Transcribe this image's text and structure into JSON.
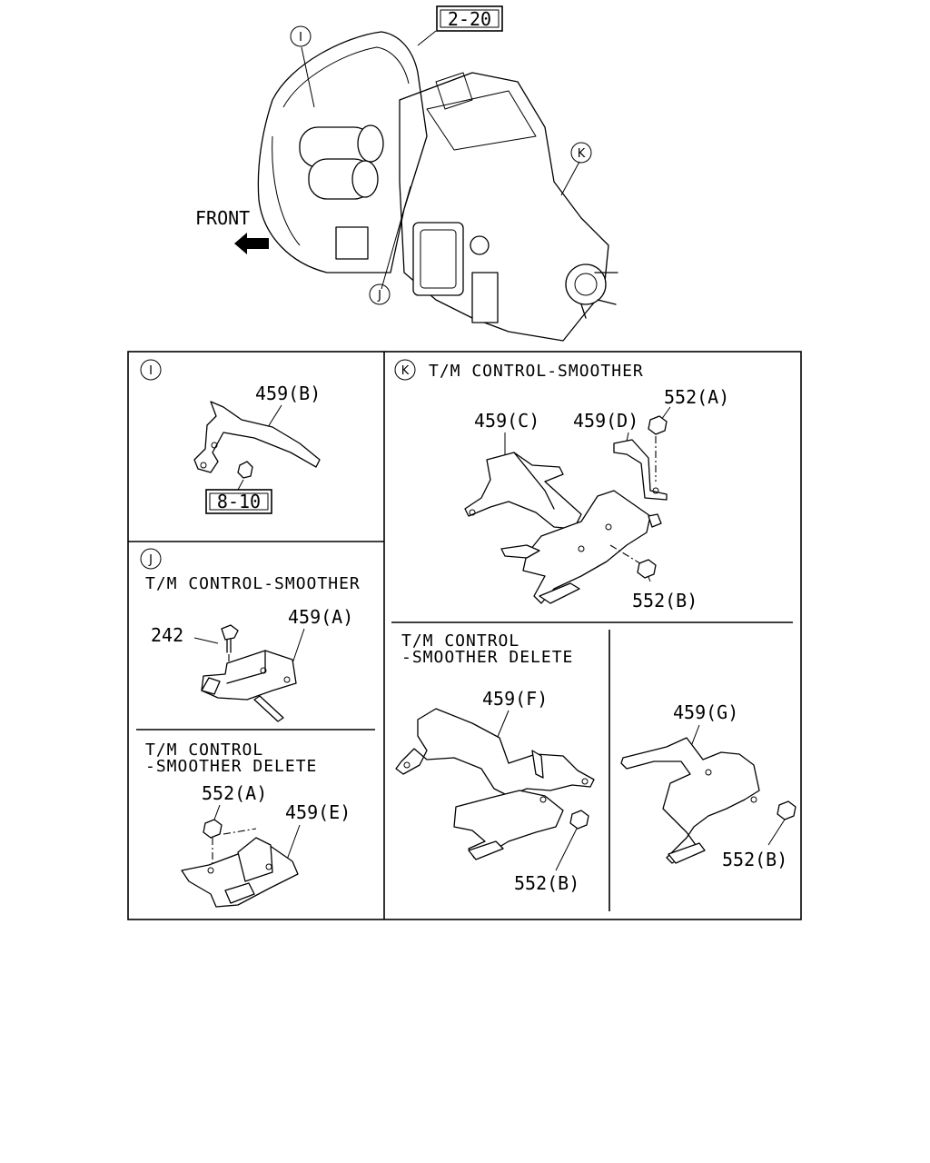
{
  "overview": {
    "ref_box": "2-20",
    "front_label": "FRONT",
    "callouts": [
      "I",
      "J",
      "K"
    ]
  },
  "panel_i": {
    "marker": "I",
    "part_bracket": "459(B)",
    "ref_box": "8-10"
  },
  "panel_j": {
    "marker": "J",
    "title": "T/M CONTROL-SMOOTHER",
    "part_bolt": "242",
    "part_bracket": "459(A)"
  },
  "panel_j_delete": {
    "title_line1": "T/M CONTROL",
    "title_line2": "-SMOOTHER DELETE",
    "part_nut": "552(A)",
    "part_bracket": "459(E)"
  },
  "panel_k": {
    "marker": "K",
    "title": "T/M CONTROL-SMOOTHER",
    "part_nut_a": "552(A)",
    "part_bracket_c": "459(C)",
    "part_bracket_d": "459(D)",
    "part_nut_b": "552(B)"
  },
  "panel_k_delete_f": {
    "title_line1": "T/M CONTROL",
    "title_line2": "-SMOOTHER DELETE",
    "part_bracket": "459(F)",
    "part_nut": "552(B)"
  },
  "panel_k_delete_g": {
    "part_bracket": "459(G)",
    "part_nut": "552(B)"
  },
  "colors": {
    "ink": "#000000",
    "paper": "#ffffff"
  }
}
